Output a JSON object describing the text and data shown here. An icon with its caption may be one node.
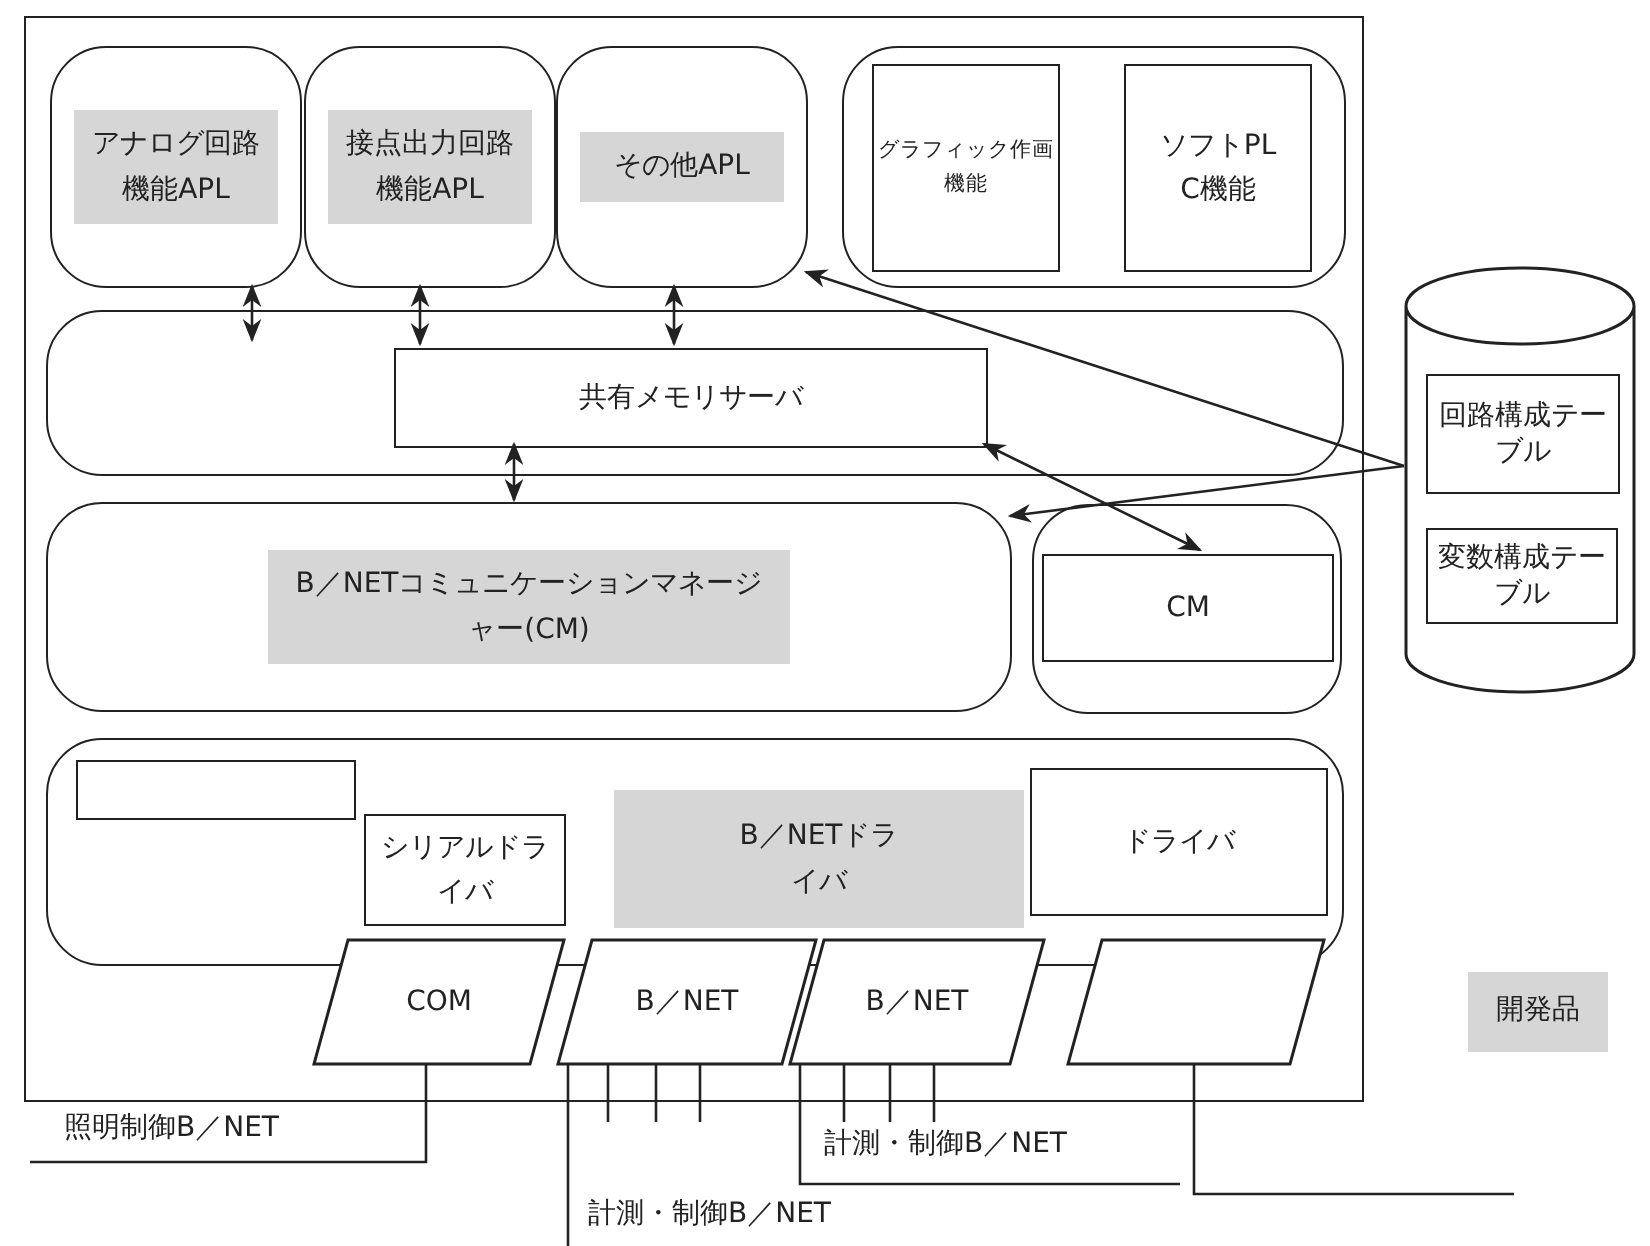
{
  "diagram": {
    "nodes": [
      {
        "text": [],
        "shape": "box"
      },
      {
        "text": [
          "アナログ回路機能APL"
        ],
        "in": 0
      },
      {
        "text": [
          "接点出力回路機能APL"
        ],
        "in": 0
      },
      {
        "text": [
          "その他APL"
        ],
        "in": 0
      },
      {
        "text": [],
        "shape": "box",
        "in": 0
      },
      {
        "text": [
          "グラフィック作画機能"
        ],
        "in": 4
      },
      {
        "text": [
          "ソフトPLC機能"
        ],
        "in": 4
      },
      {
        "text": [],
        "shape": "box",
        "in": 0
      },
      {
        "text": [
          "共有メモリサーバ"
        ],
        "in": 7
      },
      {
        "text": [
          "B／NETコミュニケーションマネージャー(CM)"
        ],
        "in": 0
      },
      {
        "text": [],
        "shape": "box",
        "in": 0
      },
      {
        "text": [
          "CM"
        ],
        "in": 10
      },
      {
        "text": [],
        "shape": "box",
        "in": 0
      },
      {
        "text": [],
        "shape": "box",
        "in": 12
      },
      {
        "text": [
          "シリアルドライバ"
        ],
        "in": 12
      },
      {
        "text": [
          "B／NETドライバ"
        ],
        "in": 12
      },
      {
        "text": [
          "ドライバ"
        ],
        "in": 12
      },
      {
        "text": [
          "COM"
        ],
        "in": 0
      },
      {
        "text": [
          "B／NET"
        ],
        "in": 0
      },
      {
        "text": [
          "B／NET"
        ],
        "in": 0
      },
      {
        "text": [],
        "shape": "box",
        "in": 0
      },
      {
        "text": [],
        "shape": "cylinder"
      },
      {
        "text": [
          "回路構成テーブル"
        ],
        "in": 21
      },
      {
        "text": [
          "変数構成テーブル"
        ],
        "in": 21
      }
    ],
    "edges": [
      {
        "from": 1,
        "to": 7,
        "arrow": "both"
      },
      {
        "from": 2,
        "to": 8,
        "arrow": "both"
      },
      {
        "from": 3,
        "to": 8,
        "arrow": "both"
      },
      {
        "from": 8,
        "to": 9,
        "arrow": "both"
      },
      {
        "from": 21,
        "to": 3,
        "arrow": "to"
      },
      {
        "from": 21,
        "to": 9,
        "arrow": "to"
      },
      {
        "from": 8,
        "to": 11,
        "arrow": "both"
      },
      {
        "from": 17,
        "to": null,
        "arrow": "none",
        "label": "照明制御B／NET"
      },
      {
        "from": 18,
        "to": null,
        "arrow": "none",
        "label": "計測・制御B／NET"
      },
      {
        "from": 19,
        "to": null,
        "arrow": "none",
        "label": "計測・制御B／NET"
      },
      {
        "from": 20,
        "to": null,
        "arrow": "none"
      }
    ],
    "legend": [
      {
        "text": "開発品",
        "color": "#d6d6d6"
      }
    ]
  }
}
